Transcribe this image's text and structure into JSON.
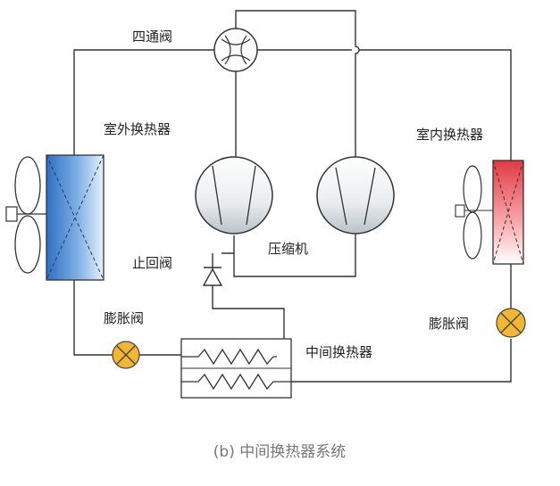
{
  "labels": {
    "four_way_valve": "四通阀",
    "outdoor_hx": "室外换热器",
    "indoor_hx": "室内换热器",
    "check_valve": "止回阀",
    "compressor": "压缩机",
    "expansion_valve_left": "膨胀阀",
    "expansion_valve_right": "膨胀阀",
    "intermediate_hx": "中间换热器"
  },
  "caption": "(b) 中间换热器系统",
  "colors": {
    "outdoor_hx": "#3a78c8",
    "indoor_hx": "#e0404a",
    "expansion_valve": "#f2b631",
    "pipe": "#333333"
  }
}
